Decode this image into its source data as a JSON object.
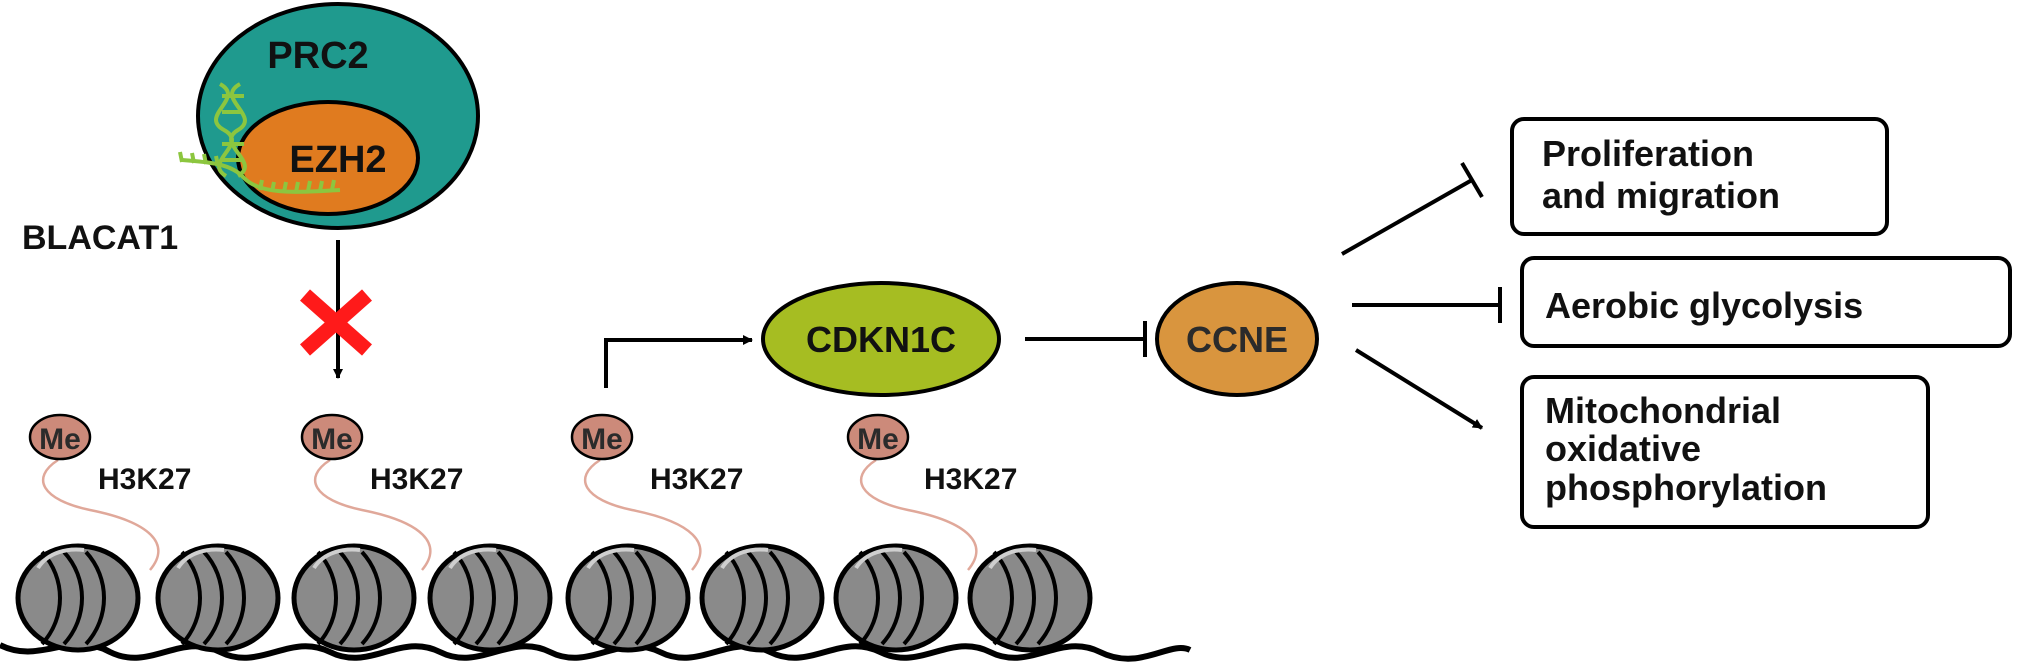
{
  "complex": {
    "name": "PRC2",
    "subunit": "EZH2"
  },
  "lncrna": "BLACAT1",
  "histone": {
    "mark": "Me",
    "site": "H3K27"
  },
  "genes": {
    "target": "CDKN1C",
    "effector": "CCNE"
  },
  "outcomes": [
    {
      "lines": [
        "Proliferation",
        "and migration"
      ]
    },
    {
      "lines": [
        "Aerobic glycolysis"
      ]
    },
    {
      "lines": [
        "Mitochondrial",
        "oxidative",
        "phosphorylation"
      ]
    }
  ],
  "colors": {
    "prc2": "#1f9a8e",
    "ezh2": "#e07b1f",
    "rna": "#8cc63f",
    "methyl": "#cc8a7a",
    "histone_tail": "#e0a89a",
    "cdkn1c": "#a6bd22",
    "ccne": "#d9953e",
    "inhibition_cross": "#ff1a1a",
    "nucleosome": "#8a8a8a"
  }
}
